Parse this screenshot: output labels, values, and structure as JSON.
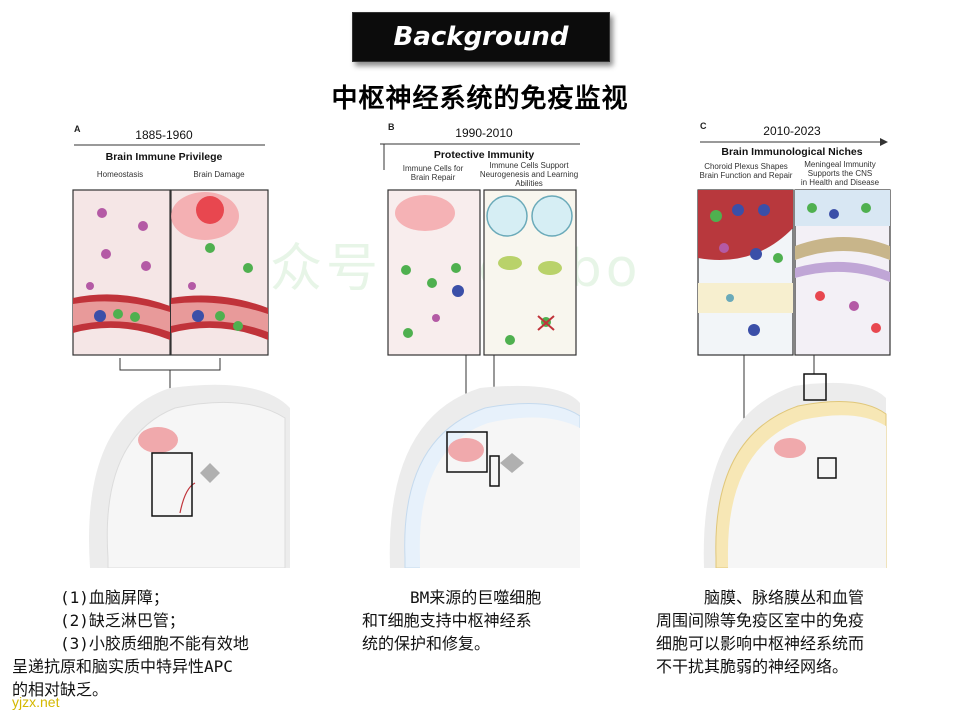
{
  "header": {
    "title": "Background",
    "subtitle": "中枢神经系统的免疫监视"
  },
  "watermark": "公众号：Combo",
  "site_mark": "yjzx.net",
  "panels": [
    {
      "letter": "A",
      "years": "1885-1960",
      "title": "Brain Immune Privilege",
      "labels": [
        "Homeostasis",
        "Brain Damage"
      ],
      "description": [
        "(1)血脑屏障；",
        "(2)缺乏淋巴管；",
        "(3)小胶质细胞不能有效地",
        "呈递抗原和脑实质中特异性APC",
        "的相对缺乏。"
      ]
    },
    {
      "letter": "B",
      "years": "1990-2010",
      "title": "Protective Immunity",
      "labels": [
        "Immune Cells for",
        "Brain Repair",
        "Immune Cells Support",
        "Neurogenesis and Learning",
        "Abilities"
      ],
      "description": [
        "BM来源的巨噬细胞",
        "和T细胞支持中枢神经系",
        "统的保护和修复。"
      ]
    },
    {
      "letter": "C",
      "years": "2010-2023",
      "title": "Brain Immunological Niches",
      "labels": [
        "Choroid Plexus Shapes",
        "Brain Function and Repair",
        "Meningeal Immunity",
        "Supports the CNS",
        "in Health and Disease"
      ],
      "description": [
        "脑膜、脉络膜丛和血管",
        "周围间隙等免疫区室中的免疫",
        "细胞可以影响中枢神经系统而",
        "不干扰其脆弱的神经网络。"
      ]
    }
  ],
  "colors": {
    "title_bg": "#0c0c0c",
    "vessel": "#c0333a",
    "tcell": "#4fb04f",
    "macrophage": "#3b4fa8",
    "microglia": "#b45aa5",
    "inflammation": "#e8474f",
    "site_mark": "#d4b800"
  }
}
